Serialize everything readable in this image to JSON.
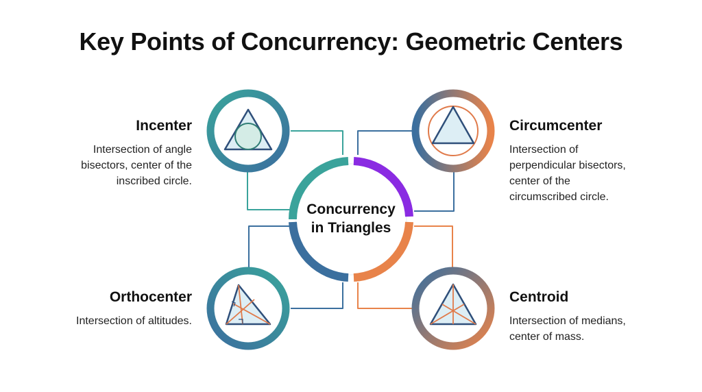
{
  "title": "Key Points of Concurrency: Geometric Centers",
  "center": {
    "lines": [
      "Concurrency",
      "in Triangles"
    ]
  },
  "nodes": {
    "incenter": {
      "heading": "Incenter",
      "description": [
        "Intersection of angle",
        "bisectors, center of the",
        "inscribed circle."
      ]
    },
    "circumcenter": {
      "heading": "Circumcenter",
      "description": [
        "Intersection of",
        "perpendicular bisectors,",
        "center of the",
        "circumscribed circle."
      ]
    },
    "orthocenter": {
      "heading": "Orthocenter",
      "description": [
        "Intersection of altitudes."
      ]
    },
    "centroid": {
      "heading": "Centroid",
      "description": [
        "Intersection of medians,",
        "center of mass."
      ]
    }
  },
  "colors": {
    "teal": "#3aa39b",
    "blue": "#3b6f9e",
    "orange": "#e8834a",
    "purple": "#8a2be2",
    "triangle_fill": "#ddeef5",
    "triangle_stroke": "#2f4f7a",
    "accent_line": "#e07a4a"
  }
}
